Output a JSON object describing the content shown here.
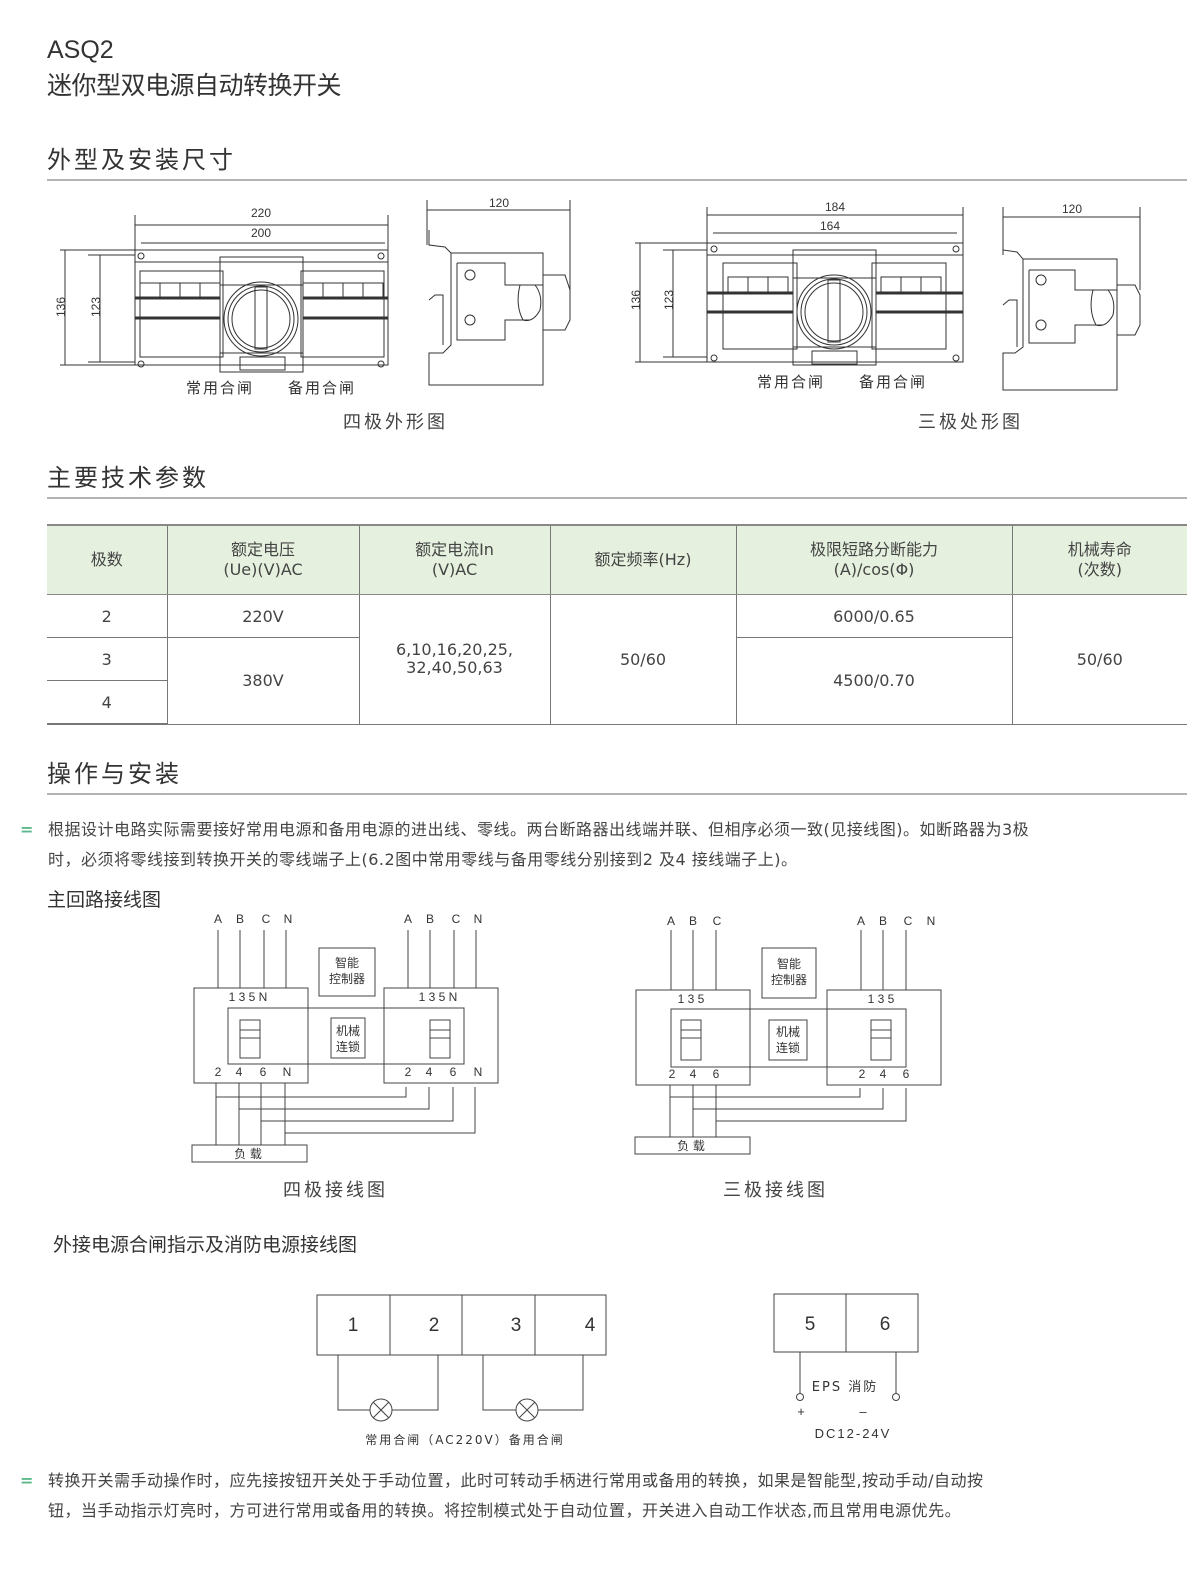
{
  "header": {
    "model": "ASQ2",
    "title": "迷你型双电源自动转换开关"
  },
  "sections": {
    "dimensions": "外型及安装尺寸",
    "specs": "主要技术参数",
    "operation": "操作与安装"
  },
  "dimension_drawings": {
    "four_pole": {
      "caption": "四极外形图",
      "width_outer": "220",
      "width_inner": "200",
      "height_outer": "136",
      "height_inner": "123",
      "depth": "120",
      "label_normal": "常用合闸",
      "label_backup": "备用合闸"
    },
    "three_pole": {
      "caption": "三极处形图",
      "width_outer": "184",
      "width_inner": "164",
      "height_outer": "136",
      "height_inner": "123",
      "depth": "120",
      "label_normal": "常用合闸",
      "label_backup": "备用合闸"
    }
  },
  "spec_table": {
    "headers": [
      {
        "line1": "极数",
        "line2": ""
      },
      {
        "line1": "额定电压",
        "line2": "(Ue)(V)AC"
      },
      {
        "line1": "额定电流In",
        "line2": "(V)AC"
      },
      {
        "line1": "额定频率(Hz)",
        "line2": ""
      },
      {
        "line1": "极限短路分断能力",
        "line2": "(A)/cos(Φ)"
      },
      {
        "line1": "机械寿命",
        "line2": "(次数)"
      }
    ],
    "poles": [
      "2",
      "3",
      "4"
    ],
    "voltage_2": "220V",
    "voltage_34": "380V",
    "current": "6,10,16,20,25,\n32,40,50,63",
    "frequency": "50/60",
    "breaking_2": "6000/0.65",
    "breaking_34": "4500/0.70",
    "mechanical_life": "50/60"
  },
  "operation": {
    "bullet": "=",
    "para1_line1": "根据设计电路实际需要接好常用电源和备用电源的进出线、零线。两台断路器出线端并联、但相序必须一致(见接线图)。如断路器为3极",
    "para1_line2": "时，必须将零线接到转换开关的零线端子上(6.2图中常用零线与备用零线分别接到2  及4  接线端子上)。",
    "main_circuit_title": "主回路接线图",
    "para2_line1": "转换开关需手动操作时，应先接按钮开关处于手动位置，此时可转动手柄进行常用或备用的转换，如果是智能型,按动手动/自动按",
    "para2_line2": "钮，当手动指示灯亮时，方可进行常用或备用的转换。将控制模式处于自动位置，开关进入自动工作状态,而且常用电源优先。"
  },
  "wiring": {
    "four_pole": {
      "caption": "四极接线图",
      "phases_left": [
        "A",
        "B",
        "C",
        "N"
      ],
      "phases_right": [
        "A",
        "B",
        "C",
        "N"
      ],
      "top_terminals": "1 3 5 N",
      "bottom_terminals": [
        "2",
        "4",
        "6",
        "N"
      ],
      "controller": [
        "智能",
        "控制器"
      ],
      "interlock": [
        "机械",
        "连锁"
      ],
      "load": "负 载"
    },
    "three_pole": {
      "caption": "三极接线图",
      "phases_left": [
        "A",
        "B",
        "C"
      ],
      "phases_right": [
        "A",
        "B",
        "C",
        "N"
      ],
      "top_terminals": "1 3 5",
      "bottom_terminals": [
        "2",
        "4",
        "6"
      ],
      "controller": [
        "智能",
        "控制器"
      ],
      "interlock": [
        "机械",
        "连锁"
      ],
      "load": "负 载"
    }
  },
  "external": {
    "title": "外接电源合闸指示及消防电源接线图",
    "terminals_a": [
      "1",
      "2",
      "3",
      "4"
    ],
    "caption_a": "常用合闸（AC220V）备用合闸",
    "terminals_b": [
      "5",
      "6"
    ],
    "eps_label": "EPS 消防",
    "plus": "+",
    "minus": "–",
    "voltage": "DC12-24V"
  }
}
